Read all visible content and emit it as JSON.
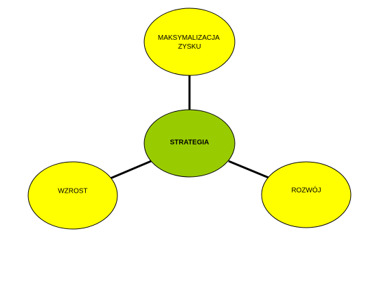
{
  "diagram": {
    "center": {
      "label": "STRATEGIA",
      "color": "#99cc00"
    },
    "nodes": [
      {
        "lines": [
          "MAKSYMALIZACJA",
          "ZYSKU"
        ],
        "color": "#ffff00"
      },
      {
        "lines": [
          "WZROST"
        ],
        "color": "#ffff00"
      },
      {
        "lines": [
          "ROZWÓJ"
        ],
        "color": "#ffff00"
      }
    ]
  }
}
